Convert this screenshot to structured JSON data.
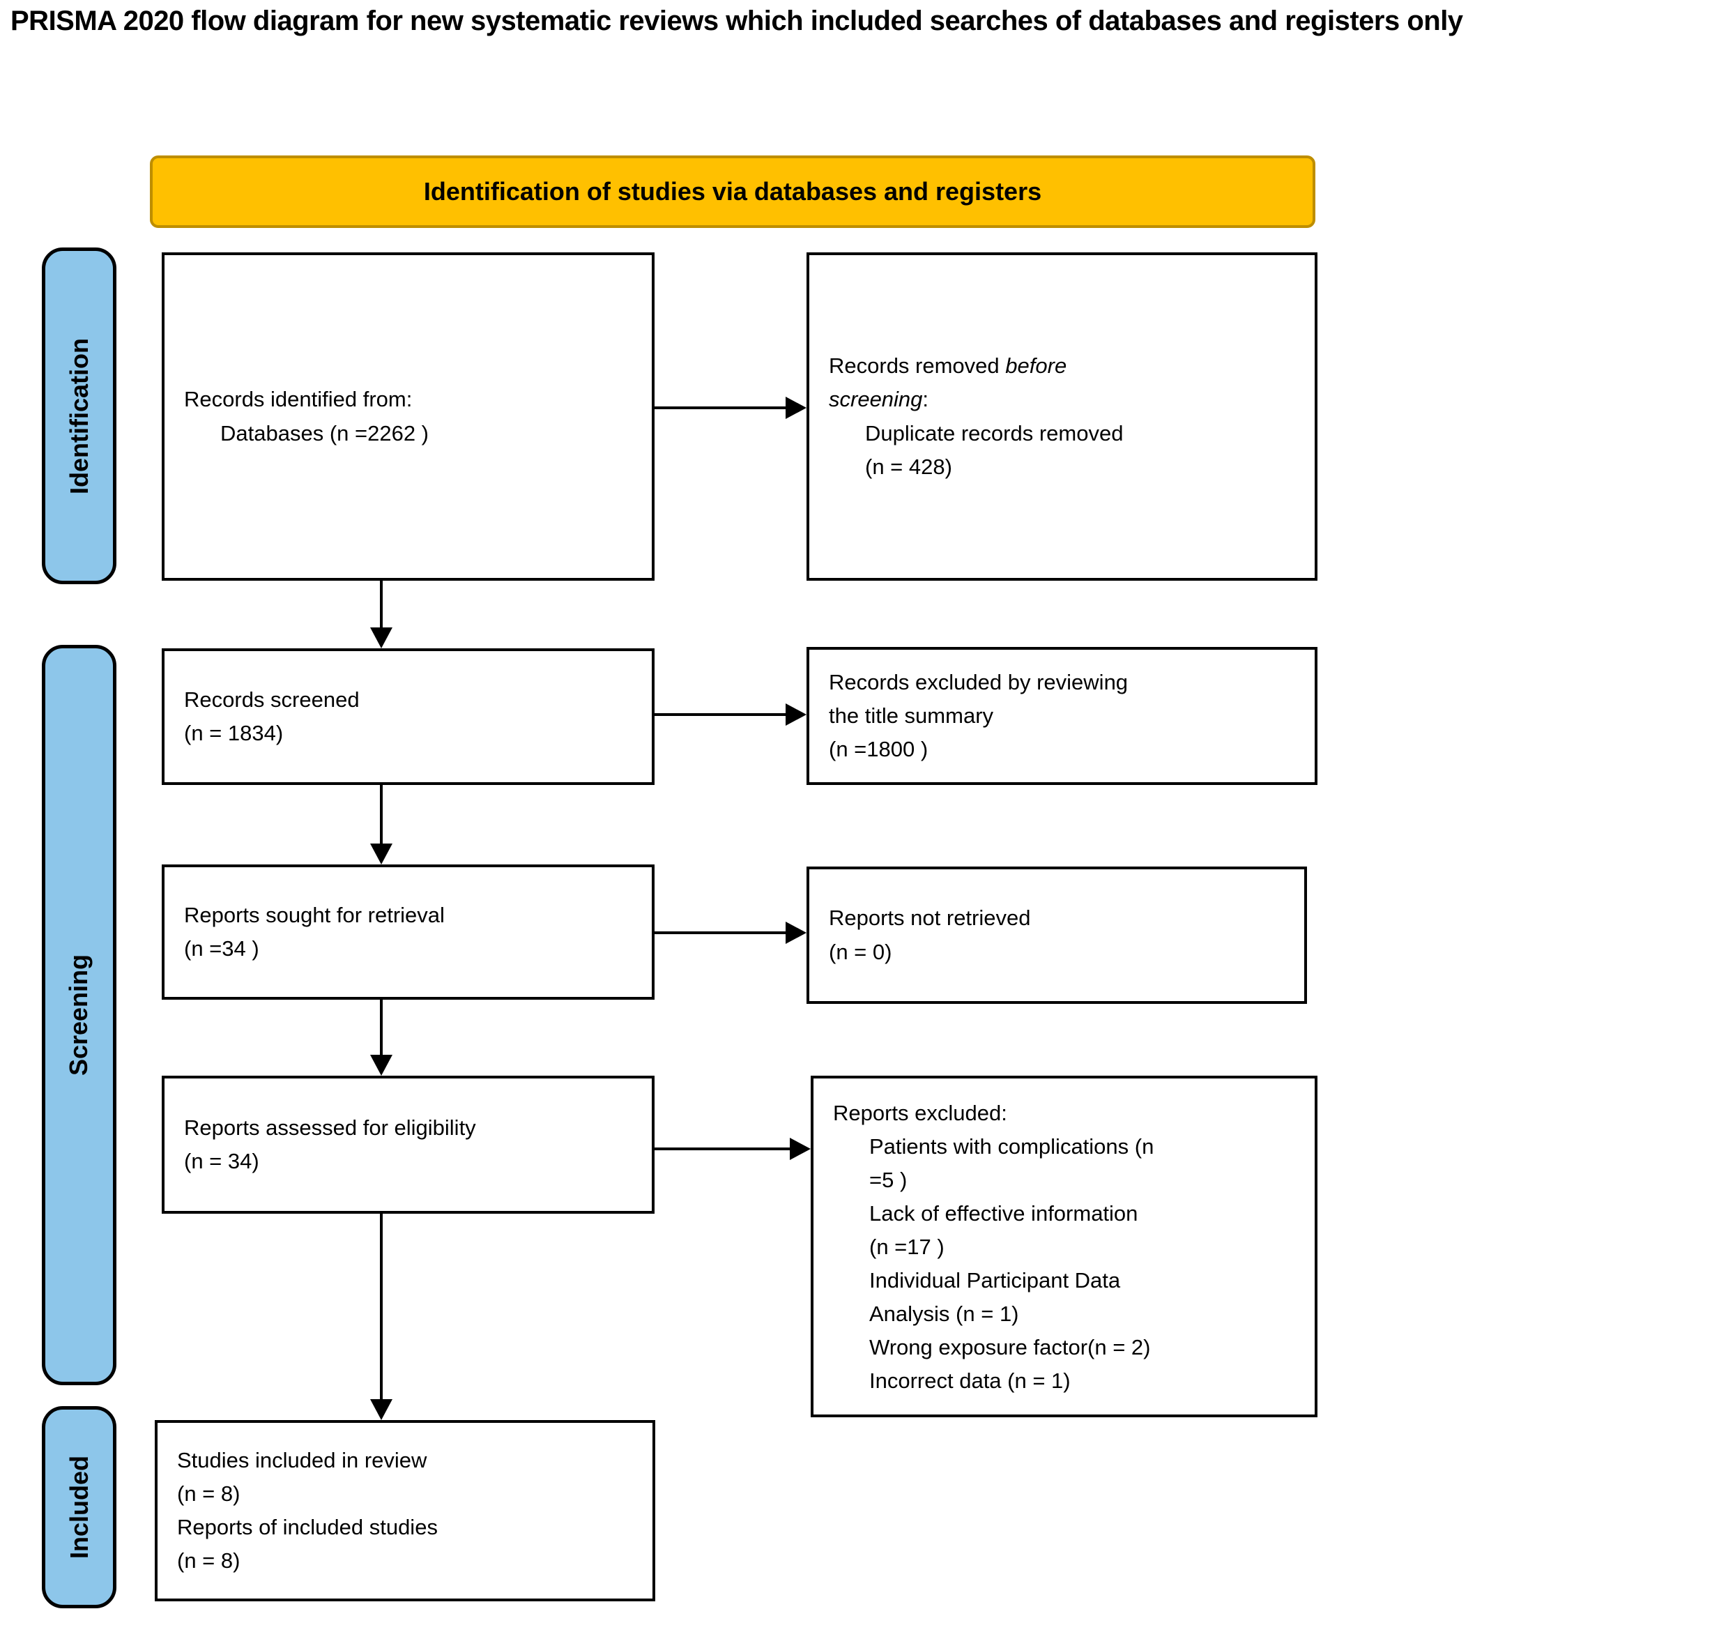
{
  "title": "PRISMA 2020 flow diagram for new systematic reviews which included searches of databases and registers only",
  "banner": {
    "label": "Identification of studies via databases and registers"
  },
  "colors": {
    "banner_fill": "#FFC000",
    "banner_border": "#BE8E00",
    "stage_fill": "#8DC6EA",
    "stage_border": "#000000",
    "box_border": "#000000",
    "text": "#000000"
  },
  "stages": {
    "identification": "Identification",
    "screening": "Screening",
    "included": "Included"
  },
  "boxes": {
    "records_identified": {
      "line1": "Records identified from:",
      "line2": "Databases (n =2262 )"
    },
    "records_removed": {
      "line1_text": "Records removed ",
      "line1_italic": "before",
      "line2_italic": "screening",
      "line2_suffix": ":",
      "line3": "Duplicate records removed",
      "line4": "(n = 428)"
    },
    "records_screened": {
      "line1": "Records screened",
      "line2": "(n = 1834)"
    },
    "records_excluded": {
      "line1": "Records excluded by reviewing",
      "line2": "the title summary",
      "line3": "(n =1800 )"
    },
    "reports_sought": {
      "line1": "Reports sought for retrieval",
      "line2": "(n =34 )"
    },
    "reports_not_retrieved": {
      "line1": "Reports not retrieved",
      "line2": "(n = 0)"
    },
    "reports_assessed": {
      "line1": "Reports assessed for eligibility",
      "line2": "(n = 34)"
    },
    "reports_excluded": {
      "title": "Reports excluded:",
      "lines": [
        "Patients with complications (n",
        "=5 )",
        "Lack of effective information",
        "(n =17 )",
        "Individual Participant Data",
        "Analysis (n = 1)",
        "Wrong exposure factor(n = 2)",
        "Incorrect data (n = 1)"
      ]
    },
    "studies_included": {
      "line1": "Studies included in review",
      "line2": "(n = 8)",
      "line3": "Reports of included studies",
      "line4": "(n = 8)"
    }
  }
}
